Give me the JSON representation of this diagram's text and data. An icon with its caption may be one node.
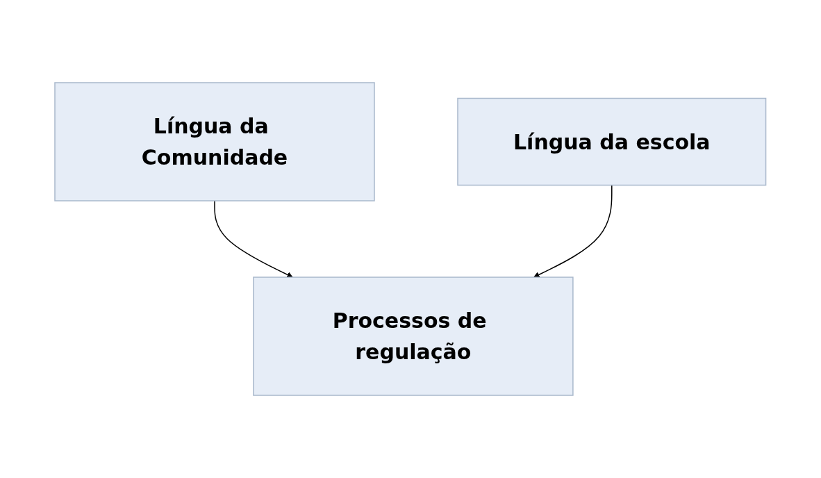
{
  "diagram": {
    "nodes": [
      {
        "text": [
          "Língua da Comunidade"
        ]
      },
      {
        "text": [
          "Língua da escola"
        ]
      },
      {
        "text": [
          "Processos de regulação"
        ]
      }
    ],
    "edges": [
      {
        "from": 0,
        "to": 2,
        "arrow": "to"
      },
      {
        "from": 1,
        "to": 2,
        "arrow": "to"
      }
    ]
  }
}
